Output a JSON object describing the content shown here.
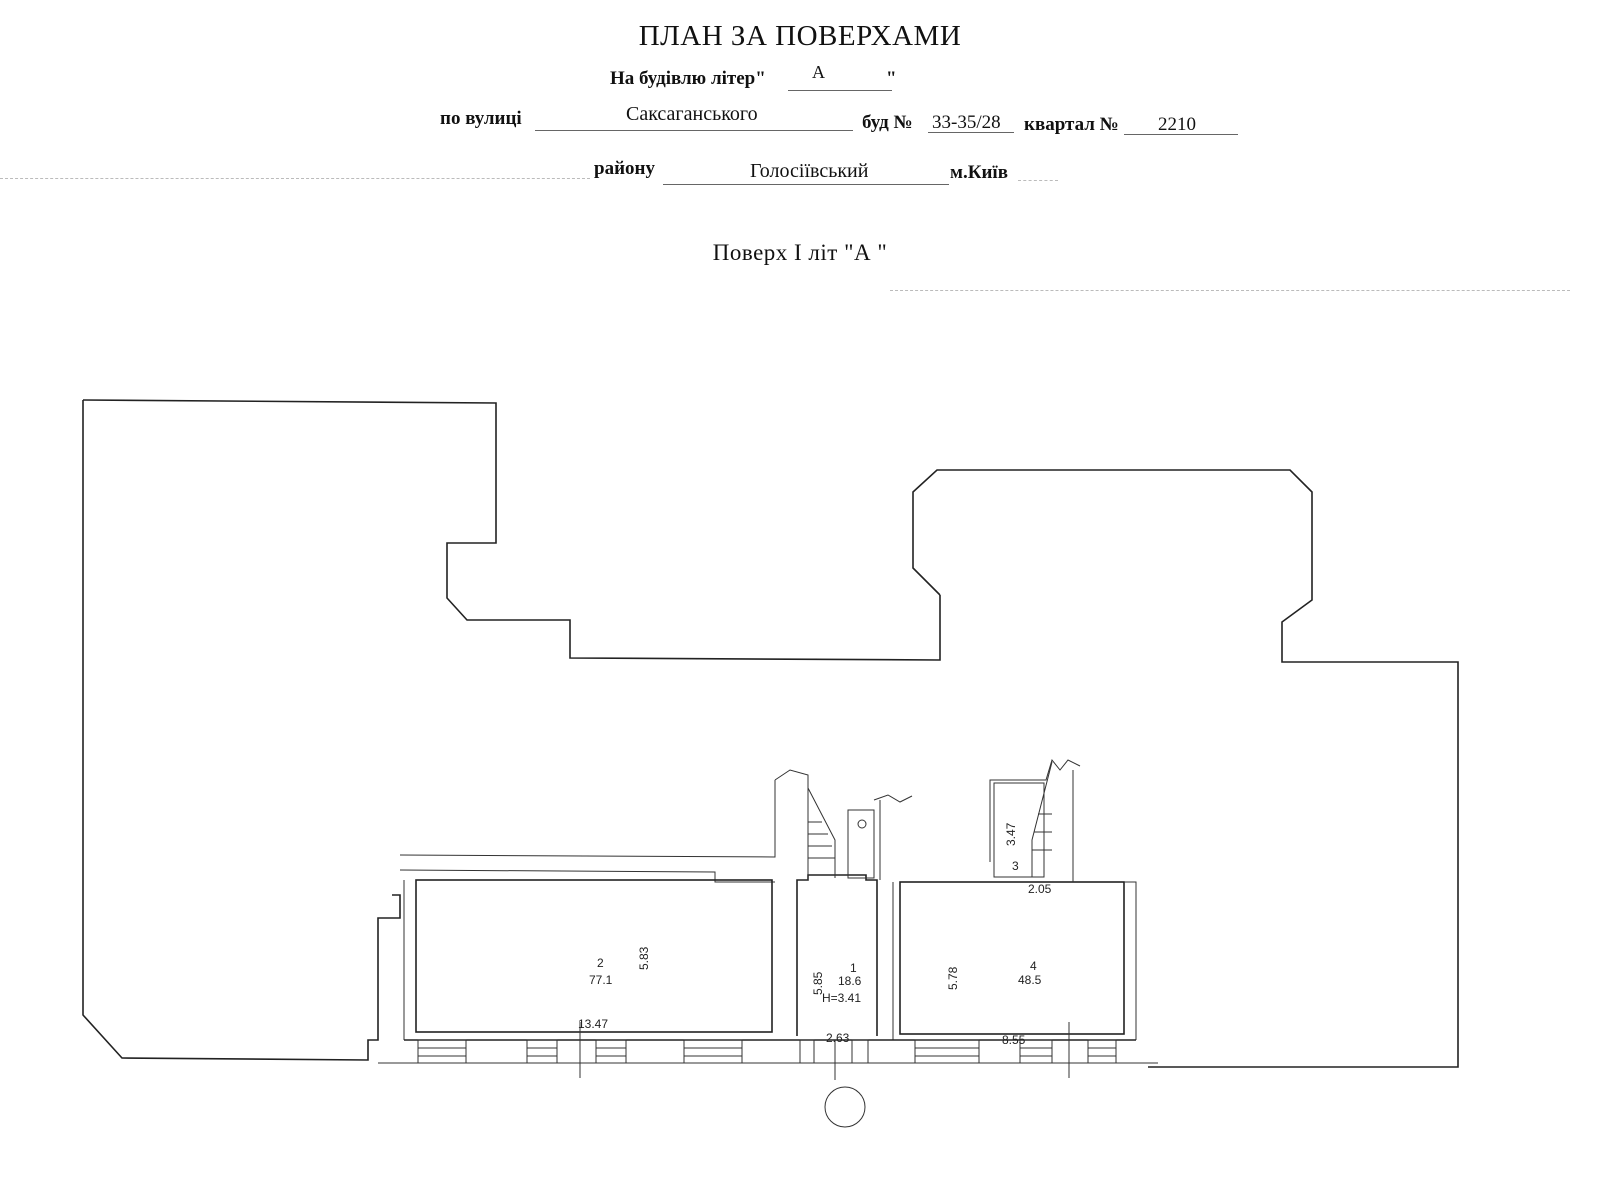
{
  "header": {
    "title": "ПЛАН ЗА ПОВЕРХАМИ",
    "building_label": "На будівлю літер\"",
    "building_letter": "А",
    "building_close": "\"",
    "street_label": "по вулиці",
    "street_value": "Саксаганського",
    "house_label": "буд №",
    "house_value": "33-35/28",
    "block_label": "квартал №",
    "block_value": "2210",
    "district_label": "району",
    "district_value": "Голосіївський",
    "city_label": "м.Київ"
  },
  "floor_title": "Поверх  І  літ \"А \"",
  "rooms": [
    {
      "number": "2",
      "area": "77.1",
      "width": "13.47",
      "depth": "5.83"
    },
    {
      "number": "1",
      "area": "18.6",
      "width": "2.63",
      "depth": "5.85",
      "height": "Н=3.41"
    },
    {
      "number": "3",
      "area": "",
      "width": "2.05",
      "depth": "3.47"
    },
    {
      "number": "4",
      "area": "48.5",
      "width": "8.55",
      "depth": "5.78"
    }
  ]
}
